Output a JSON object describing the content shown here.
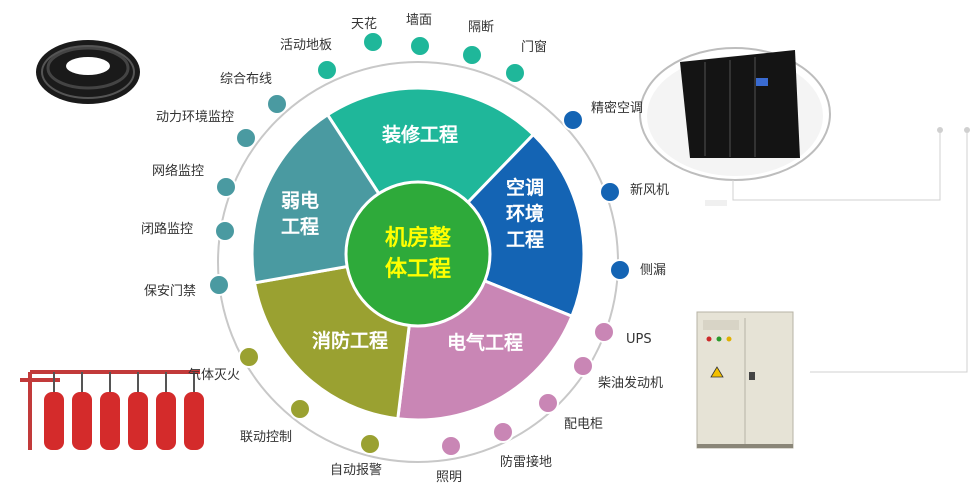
{
  "center": {
    "line1": "机房整",
    "line2": "体工程"
  },
  "segments": [
    {
      "id": "decoration",
      "lines": [
        "装修工程"
      ],
      "color": "#1fb79a"
    },
    {
      "id": "hvac",
      "lines": [
        "空调",
        "环境",
        "工程"
      ],
      "color": "#1464b4"
    },
    {
      "id": "electrical",
      "lines": [
        "电气工程"
      ],
      "color": "#c986b5"
    },
    {
      "id": "fire",
      "lines": [
        "消防工程"
      ],
      "color": "#9aa131"
    },
    {
      "id": "weak",
      "lines": [
        "弱电",
        "工程"
      ],
      "color": "#4a9aa1"
    }
  ],
  "colors": {
    "center": "#2eaa3a",
    "center_text": "#ffff00",
    "ring": "#c8c8c8"
  },
  "ring_items": [
    {
      "label": "天花",
      "group": "decoration"
    },
    {
      "label": "墙面",
      "group": "decoration"
    },
    {
      "label": "隔断",
      "group": "decoration"
    },
    {
      "label": "门窗",
      "group": "decoration"
    },
    {
      "label": "精密空调",
      "group": "hvac"
    },
    {
      "label": "新风机",
      "group": "hvac"
    },
    {
      "label": "侧漏",
      "group": "hvac"
    },
    {
      "label": "UPS",
      "group": "electrical"
    },
    {
      "label": "柴油发动机",
      "group": "electrical"
    },
    {
      "label": "配电柜",
      "group": "electrical"
    },
    {
      "label": "防雷接地",
      "group": "electrical"
    },
    {
      "label": "照明",
      "group": "electrical"
    },
    {
      "label": "自动报警",
      "group": "fire"
    },
    {
      "label": "联动控制",
      "group": "fire"
    },
    {
      "label": "气体灭火",
      "group": "fire"
    },
    {
      "label": "保安门禁",
      "group": "weak"
    },
    {
      "label": "闭路监控",
      "group": "weak"
    },
    {
      "label": "网络监控",
      "group": "weak"
    },
    {
      "label": "动力环境监控",
      "group": "weak"
    },
    {
      "label": "综合布线",
      "group": "weak"
    },
    {
      "label": "活动地板",
      "group": "decoration"
    }
  ]
}
